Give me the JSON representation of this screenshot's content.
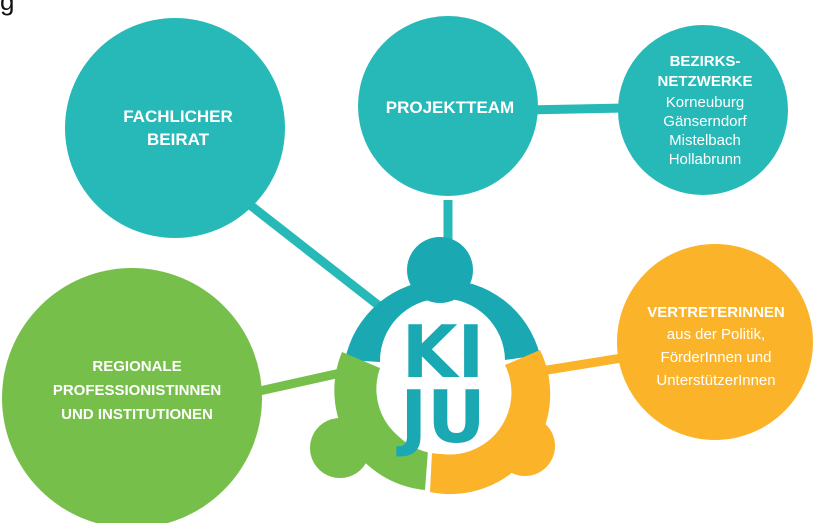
{
  "corner_glyph": "g",
  "colors": {
    "teal": "#27b9b8",
    "teal_dark": "#1aa8b3",
    "green": "#77bf4b",
    "orange": "#fbb42a",
    "white": "#ffffff"
  },
  "nodes": {
    "fachlicher_beirat": {
      "line1": "FACHLICHER",
      "line2": "BEIRAT"
    },
    "projektteam": {
      "label": "PROJEKTTEAM"
    },
    "bezirksnetzwerke": {
      "line1": "BEZIRKS-",
      "line2": "NETZWERKE",
      "places": [
        "Korneuburg",
        "Gänserndorf",
        "Mistelbach",
        "Hollabrunn"
      ]
    },
    "regionale": {
      "line1": "REGIONALE",
      "line2": "PROFESSIONISTINNEN",
      "line3": "UND INSTITUTIONEN"
    },
    "vertreterinnen": {
      "title": "VERTRETERINNEN",
      "line1": "aus der Politik,",
      "line2": "FörderInnen und",
      "line3": "UnterstützerInnen"
    }
  },
  "center_logo": {
    "row1": "KI",
    "row2": "JU"
  }
}
